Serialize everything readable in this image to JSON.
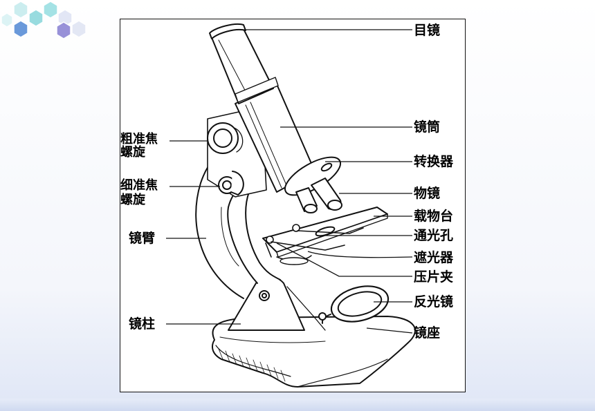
{
  "labels": {
    "eyepiece": "目镜",
    "tube": "镜筒",
    "nosepiece": "转换器",
    "objective": "物镜",
    "stage": "载物台",
    "aperture": "通光孔",
    "diaphragm": "遮光器",
    "clip": "压片夹",
    "mirror": "反光镜",
    "base": "镜座",
    "coarse_line1": "粗准焦",
    "coarse_line2": "螺旋",
    "fine_line1": "细准焦",
    "fine_line2": "螺旋",
    "arm": "镜臂",
    "pillar": "镜柱"
  },
  "colors": {
    "hex_teal": "#7fd3d8",
    "hex_blue": "#5b8fd6",
    "hex_purple": "#8e86d4",
    "ink": "#111111"
  }
}
